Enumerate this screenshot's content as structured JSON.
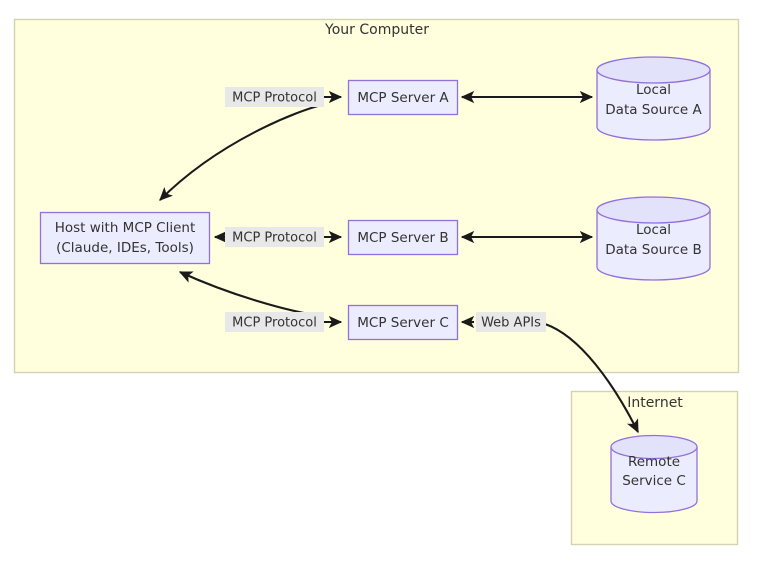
{
  "diagram": {
    "title_visible": false,
    "clusters": [
      {
        "id": "your_computer",
        "label": "Your Computer"
      },
      {
        "id": "internet",
        "label": "Internet"
      }
    ],
    "nodes": [
      {
        "id": "host",
        "type": "box",
        "label_line1": "Host with MCP Client",
        "label_line2": "(Claude, IDEs, Tools)"
      },
      {
        "id": "server_a",
        "type": "box",
        "label_line1": "MCP Server A",
        "label_line2": ""
      },
      {
        "id": "server_b",
        "type": "box",
        "label_line1": "MCP Server B",
        "label_line2": ""
      },
      {
        "id": "server_c",
        "type": "box",
        "label_line1": "MCP Server C",
        "label_line2": ""
      },
      {
        "id": "source_a",
        "type": "cylinder",
        "label_line1": "Local",
        "label_line2": "Data Source A"
      },
      {
        "id": "source_b",
        "type": "cylinder",
        "label_line1": "Local",
        "label_line2": "Data Source B"
      },
      {
        "id": "remote_c",
        "type": "cylinder",
        "label_line1": "Remote",
        "label_line2": "Service C"
      }
    ],
    "edges": [
      {
        "id": "e_host_a",
        "from": "host",
        "to": "server_a",
        "label": "MCP Protocol",
        "arrows": "both"
      },
      {
        "id": "e_host_b",
        "from": "host",
        "to": "server_b",
        "label": "MCP Protocol",
        "arrows": "both"
      },
      {
        "id": "e_host_c",
        "from": "host",
        "to": "server_c",
        "label": "MCP Protocol",
        "arrows": "both"
      },
      {
        "id": "e_a_src",
        "from": "server_a",
        "to": "source_a",
        "label": "",
        "arrows": "both"
      },
      {
        "id": "e_b_src",
        "from": "server_b",
        "to": "source_b",
        "label": "",
        "arrows": "both"
      },
      {
        "id": "e_c_remote",
        "from": "server_c",
        "to": "remote_c",
        "label": "Web APIs",
        "arrows": "both"
      }
    ],
    "colors": {
      "cluster_fill": "#ffffde",
      "cluster_stroke": "#d3d3ad",
      "node_fill": "#ececff",
      "node_stroke": "#9370db",
      "edge_stroke": "#1a1a1a",
      "label_bg": "#e8e8e8",
      "text": "#333333",
      "page_bg": "#ffffff"
    }
  }
}
